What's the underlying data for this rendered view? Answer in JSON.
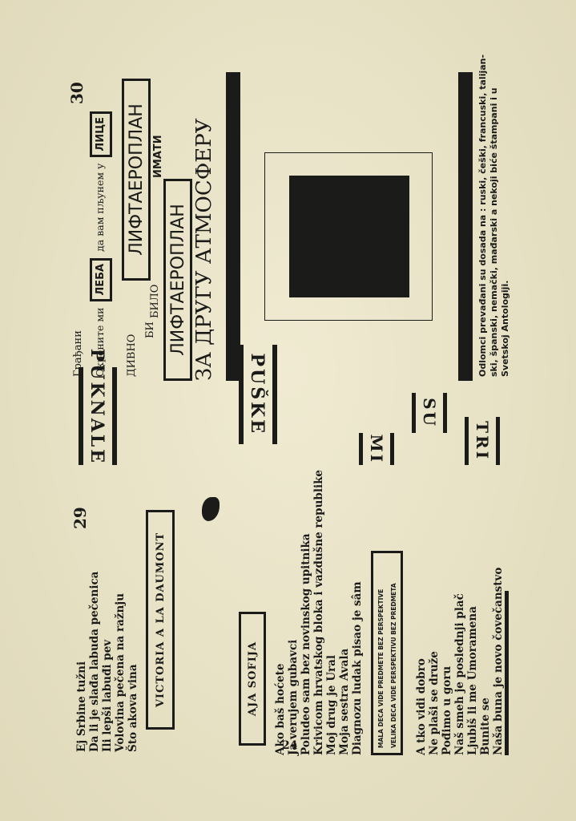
{
  "page": {
    "left_page_number": "29",
    "right_page_number": "30",
    "bottom_page_number": "24"
  },
  "left": {
    "poem1": [
      "Ej Srbine tužni",
      "Da li je slađa labuda pečenica",
      "Ili lepši labuđi pev",
      "Volovina pečena na ražnju",
      "Što akova vina"
    ],
    "victoria_box": "VICTORIA A LA DAUMONT",
    "aja_box": "AJA SOFIJA",
    "poem2": [
      "Ako baš hoćete",
      "Ja verujem gubavci",
      "Poludeo sam bez novinskog upitnika",
      "Krivicom hrvatskog bloka i vazdušne republike",
      "Moj drug je Ural",
      "Moja sestra Avala",
      "Diagnozu ludak pisao je sâm"
    ],
    "perspective_box": [
      "MALA DECA VIDE PREDMETE BEZ PERSPEKTIVE",
      "VELIKA DECA VIDE PERSPEKTIVU BEZ PREDMETA"
    ],
    "poem3": [
      "A tko vidi dobro",
      "Ne plaši se druže",
      "Pođimo u goru",
      "Naš smeh je poslednji plač",
      "Ljubiš li me Umoramena",
      "Bunite se",
      "Naša buna je novo čovečanstvo"
    ]
  },
  "middle": {
    "w1": "PUKNALE",
    "w2": "PUŠKE",
    "w3": "MI",
    "w4": "SU",
    "w5": "TRI"
  },
  "right": {
    "greeting": "Грађани",
    "line1_a": "Окрените ми",
    "line1_box1": "ЛЕБА",
    "line1_b": "да вам пљунем у",
    "line1_box2": "ЛИЦЕ",
    "divno": "ДИВНО",
    "bi": "БИ",
    "bilo": "БИЛО",
    "box_lift1": "ЛИФТАЕРОПЛАН",
    "box_lift2": "ЛИФТАЕРОПЛАН",
    "imati": "ИМАТИ",
    "atmosfera": "ЗА ДРУГУ АТМОСФЕРУ",
    "note": [
      "Odlomci prevađani su dosada na : ruski, češki, francuski, talijan-",
      "ski, španski, nemački, mađarski a nekoji biće štampani i u",
      "Svetskoj Antologiji."
    ]
  }
}
